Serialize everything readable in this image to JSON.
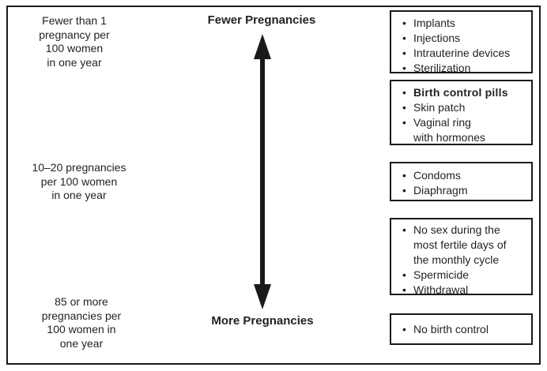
{
  "diagram": {
    "title_top": "Fewer Pregnancies",
    "title_bottom": "More Pregnancies",
    "bullet": "•",
    "colors": {
      "text": "#231f20",
      "border": "#1a1a1a",
      "background": "#ffffff"
    },
    "left_labels": [
      {
        "text": "Fewer than 1\npregnancy per\n100 women\nin one year"
      },
      {
        "text": "10–20 pregnancies\nper 100 women\nin one year"
      },
      {
        "text": "85 or more\npregnancies per\n100 women in\none year"
      }
    ],
    "method_boxes": [
      {
        "items": [
          {
            "text": "Implants"
          },
          {
            "text": "Injections"
          },
          {
            "text": "Intrauterine devices"
          },
          {
            "text": "Sterilization"
          }
        ]
      },
      {
        "items": [
          {
            "text": "Birth control pills"
          },
          {
            "text": "Skin patch"
          },
          {
            "text": "Vaginal ring\nwith hormones"
          }
        ]
      },
      {
        "items": [
          {
            "text": "Condoms"
          },
          {
            "text": "Diaphragm"
          }
        ]
      },
      {
        "items": [
          {
            "text": "No sex during the\nmost fertile days of\nthe monthly cycle"
          },
          {
            "text": "Spermicide"
          },
          {
            "text": "Withdrawal"
          }
        ]
      },
      {
        "items": [
          {
            "text": "No birth control"
          }
        ]
      }
    ]
  }
}
